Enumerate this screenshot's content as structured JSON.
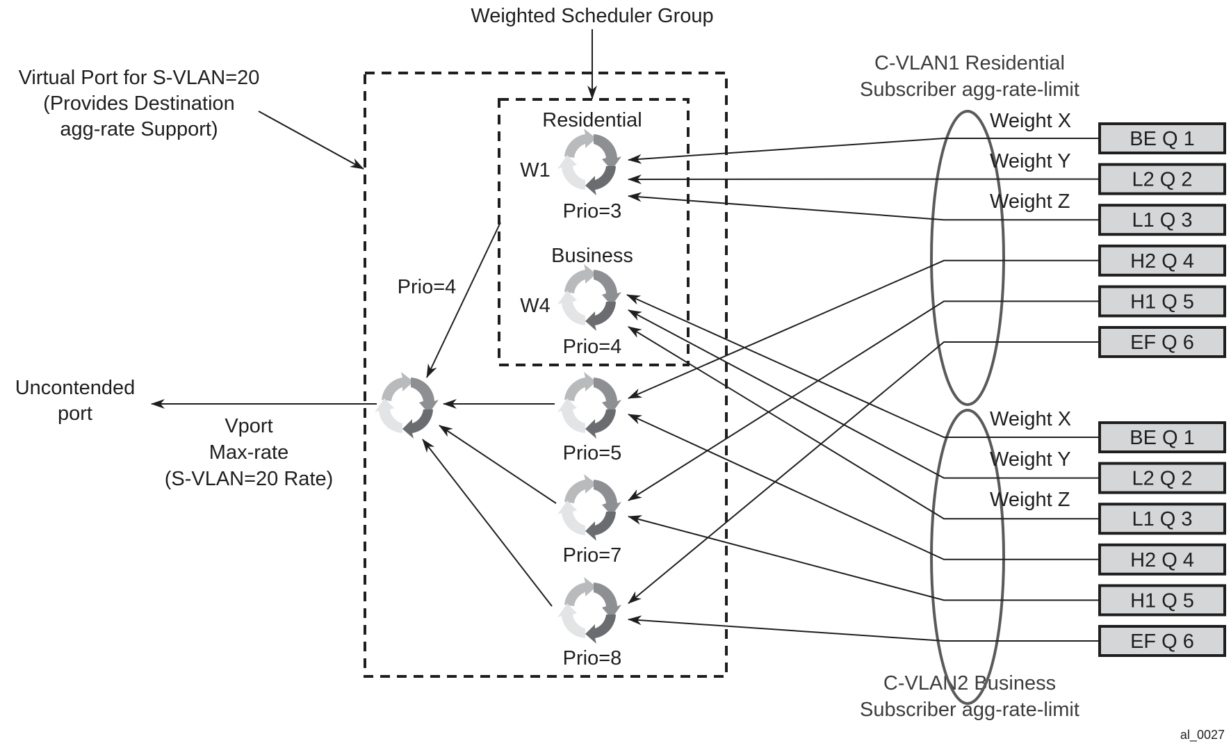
{
  "title": "Weighted Scheduler Group",
  "figure_id": "al_0027",
  "labels": {
    "virtual_port": [
      "Virtual Port for S-VLAN=20",
      "(Provides Destination",
      "agg-rate Support)"
    ],
    "uncontended": [
      "Uncontended",
      "port"
    ],
    "vport_rate": [
      "Vport",
      "Max-rate",
      "(S-VLAN=20 Rate)"
    ],
    "prio4_link": "Prio=4",
    "cvlan1": [
      "C-VLAN1 Residential",
      "Subscriber agg-rate-limit"
    ],
    "cvlan2": [
      "C-VLAN2 Business",
      "Subscriber agg-rate-limit"
    ]
  },
  "schedulers": [
    {
      "id": "residential",
      "title": "Residential",
      "weight": "W1",
      "prio": "Prio=3"
    },
    {
      "id": "business",
      "title": "Business",
      "weight": "W4",
      "prio": "Prio=4"
    },
    {
      "id": "prio5",
      "title": "",
      "weight": "",
      "prio": "Prio=5"
    },
    {
      "id": "prio7",
      "title": "",
      "weight": "",
      "prio": "Prio=7"
    },
    {
      "id": "prio8",
      "title": "",
      "weight": "",
      "prio": "Prio=8"
    },
    {
      "id": "vport",
      "title": "",
      "weight": "",
      "prio": ""
    }
  ],
  "weights": [
    "Weight X",
    "Weight Y",
    "Weight Z"
  ],
  "queue_groups": [
    {
      "name": "C-VLAN1",
      "queues": [
        "BE Q 1",
        "L2 Q 2",
        "L1 Q 3",
        "H2 Q 4",
        "H1 Q 5",
        "EF Q 6"
      ]
    },
    {
      "name": "C-VLAN2",
      "queues": [
        "BE Q 1",
        "L2 Q 2",
        "L1 Q 3",
        "H2 Q 4",
        "H1 Q 5",
        "EF Q 6"
      ]
    }
  ],
  "connections": {
    "C-VLAN1": [
      "residential",
      "residential",
      "residential",
      "prio5",
      "prio7",
      "prio8"
    ],
    "C-VLAN2": [
      "business",
      "business",
      "business",
      "prio5",
      "prio7",
      "prio8"
    ]
  },
  "colors": {
    "line": "#1e1e1e",
    "queue_fill": "#d5d6d8",
    "ellipse": "#5a5a5a",
    "arrow_shades": [
      "#b9babc",
      "#8e8f92",
      "#6b6c6f",
      "#e3e4e5"
    ]
  }
}
